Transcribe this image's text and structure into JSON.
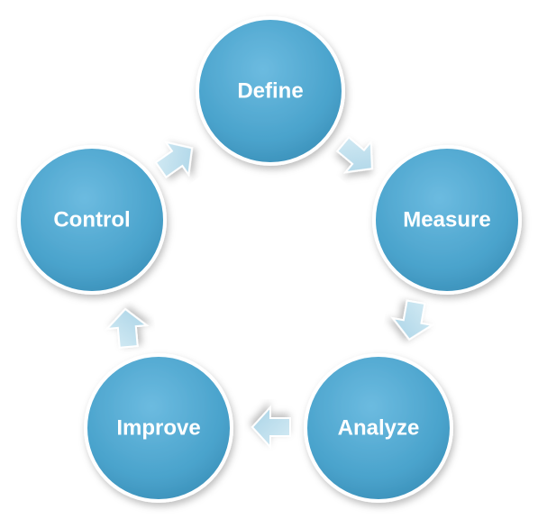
{
  "diagram": {
    "type": "cycle",
    "nodes": [
      {
        "id": "define",
        "label": "Define"
      },
      {
        "id": "measure",
        "label": "Measure"
      },
      {
        "id": "analyze",
        "label": "Analyze"
      },
      {
        "id": "improve",
        "label": "Improve"
      },
      {
        "id": "control",
        "label": "Control"
      }
    ],
    "edges": [
      {
        "from": "define",
        "to": "measure"
      },
      {
        "from": "measure",
        "to": "analyze"
      },
      {
        "from": "analyze",
        "to": "improve"
      },
      {
        "from": "improve",
        "to": "control"
      },
      {
        "from": "control",
        "to": "define"
      }
    ],
    "colors": {
      "node_fill": "#4aa3cc",
      "node_border": "#ffffff",
      "arrow_fill": "#b7dcea",
      "label": "#ffffff"
    }
  }
}
